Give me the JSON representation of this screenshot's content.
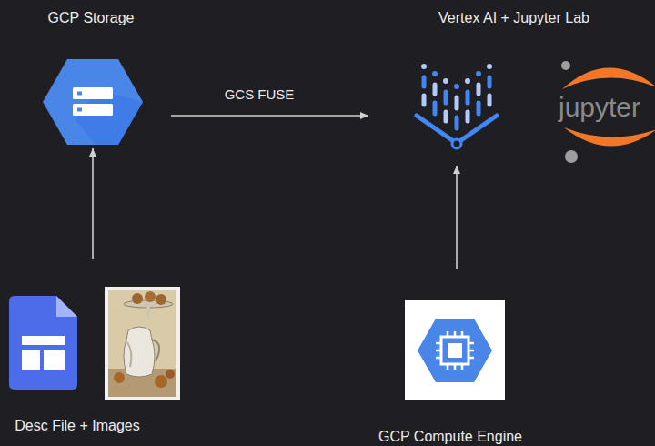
{
  "diagram": {
    "nodes": [
      {
        "text": [
          "GCP Storage"
        ]
      },
      {
        "text": [
          "Vertex AI + Jupyter Lab"
        ]
      },
      {
        "text": [
          "Desc File + Images"
        ]
      },
      {
        "text": [
          "GCP Compute Engine"
        ]
      }
    ],
    "edges": [
      {
        "from": 2,
        "to": 0,
        "arrow": "to"
      },
      {
        "from": 0,
        "to": 1,
        "label": "GCS FUSE",
        "arrow": "to"
      },
      {
        "from": 3,
        "to": 1,
        "arrow": "to"
      }
    ],
    "labels": [
      "jupyter"
    ]
  }
}
